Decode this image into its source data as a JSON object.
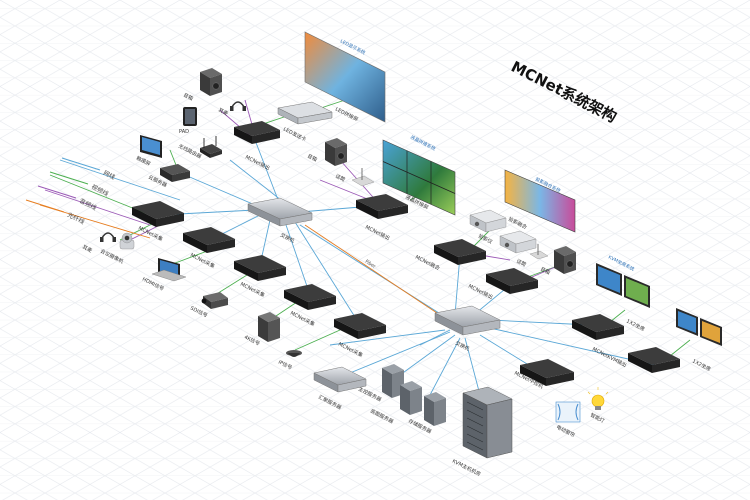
{
  "title": "MCNet系统架构",
  "legend": {
    "network": "网线",
    "video": "视频线",
    "audio": "音频线",
    "fiber": "光纤线"
  },
  "colors": {
    "network": "#5aa7d6",
    "video": "#4caf50",
    "audio": "#9b59b6",
    "fiber": "#e67e22"
  },
  "fiber_label": "Fiber",
  "devices": {
    "led_screen_label": "LED拼接屏",
    "led_screen_title": "LED显示系统",
    "led_send_card": "LED发送卡",
    "speaker_top": "音箱",
    "headset_top": "耳麦",
    "pad": "PAD",
    "wireless_router": "无线路由器",
    "mcnet_output_top": "MCNet输出",
    "touch_screen": "触摸屏",
    "cloud_server": "云服务器",
    "lcd_title": "液晶拼接系统",
    "lcd_screen": "液晶拼接屏",
    "speaker_mid": "音箱",
    "mic": "话筒",
    "mcnet_output_lcd": "MCNet输出",
    "switch_left": "交换机",
    "mcnet_collect_1": "MCNet采集",
    "mcnet_collect_2": "MCNet采集",
    "mcnet_collect_3": "MCNet采集",
    "mcnet_collect_4": "MCNet采集",
    "mcnet_collect_5": "MCNet采集",
    "headset_left": "耳麦",
    "conf_camera": "会议摄像机",
    "hdmi_signal": "HDMI信号",
    "sdi_signal": "SDI信号",
    "signal_4k": "4K信号",
    "ip_signal": "IP信号",
    "agg_server": "汇聚服务器",
    "proj_title": "投影融合系统",
    "proj_fusion": "投影融合",
    "projector": "投影仪",
    "mcnet_fusion": "MCNet融合",
    "mic_right": "话筒",
    "speaker_right": "音箱",
    "mcnet_output_right": "MCNet输出",
    "switch_right": "交换机",
    "kvm_title": "KVM坐席系统",
    "kvm_seat_1": "1X2坐席",
    "kvm_seat_2": "1X2坐席",
    "mcnet_kvm_output": "MCNetKVM输出",
    "mcnet_central": "MCNet中控机",
    "master_server": "主控服务器",
    "storage_server": "存储服务器",
    "backup_server": "底图服务器",
    "kvm_host_room": "KVM主机机房",
    "smart_light": "智能灯",
    "curtain": "电动窗帘"
  }
}
